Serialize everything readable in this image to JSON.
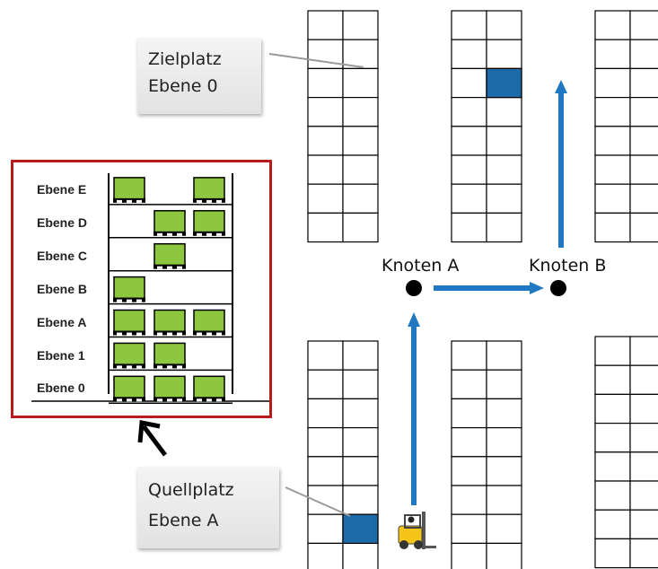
{
  "callouts": {
    "target": {
      "line1": "Zielplatz",
      "line2": "Ebene 0"
    },
    "source": {
      "line1": "Quellplatz",
      "line2": "Ebene A"
    }
  },
  "nodes": {
    "a": "Knoten A",
    "b": "Knoten B"
  },
  "levels": [
    "Ebene E",
    "Ebene D",
    "Ebene C",
    "Ebene B",
    "Ebene A",
    "Ebene 1",
    "Ebene 0"
  ],
  "colors": {
    "highlight": "#1c6aa8",
    "arrow": "#1f78c1",
    "pallet": "#8dc63f",
    "frame": "#b71c1c"
  }
}
